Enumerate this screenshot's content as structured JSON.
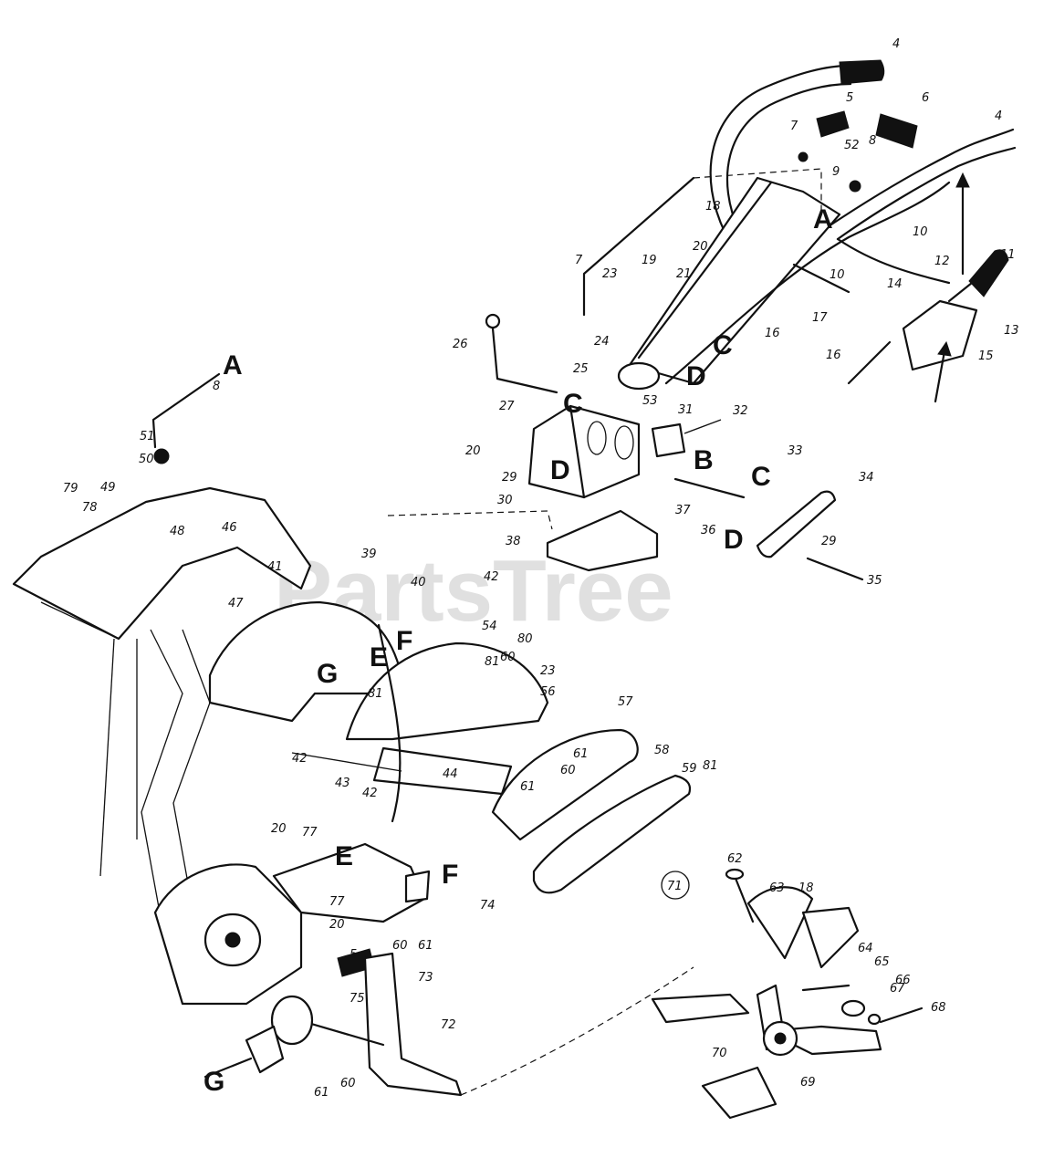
{
  "watermark": "PartsTree",
  "diagram_id": "71",
  "parts": [
    {
      "num": "4"
    },
    {
      "num": "4"
    },
    {
      "num": "5"
    },
    {
      "num": "6"
    },
    {
      "num": "7"
    },
    {
      "num": "8"
    },
    {
      "num": "9"
    },
    {
      "num": "52"
    },
    {
      "num": "18"
    },
    {
      "num": "20"
    },
    {
      "num": "A"
    },
    {
      "num": "10"
    },
    {
      "num": "7"
    },
    {
      "num": "19"
    },
    {
      "num": "21"
    },
    {
      "num": "10"
    },
    {
      "num": "11"
    },
    {
      "num": "12"
    },
    {
      "num": "23"
    },
    {
      "num": "17"
    },
    {
      "num": "14"
    },
    {
      "num": "13"
    },
    {
      "num": "16"
    },
    {
      "num": "C"
    },
    {
      "num": "24"
    },
    {
      "num": "25"
    },
    {
      "num": "D"
    },
    {
      "num": "16"
    },
    {
      "num": "15"
    },
    {
      "num": "26"
    },
    {
      "num": "53"
    },
    {
      "num": "C"
    },
    {
      "num": "A"
    },
    {
      "num": "8"
    },
    {
      "num": "27"
    },
    {
      "num": "31"
    },
    {
      "num": "32"
    },
    {
      "num": "51"
    },
    {
      "num": "20"
    },
    {
      "num": "B"
    },
    {
      "num": "50"
    },
    {
      "num": "29"
    },
    {
      "num": "D"
    },
    {
      "num": "33"
    },
    {
      "num": "C"
    },
    {
      "num": "34"
    },
    {
      "num": "30"
    },
    {
      "num": "36"
    },
    {
      "num": "79"
    },
    {
      "num": "49"
    },
    {
      "num": "37"
    },
    {
      "num": "78"
    },
    {
      "num": "46"
    },
    {
      "num": "48"
    },
    {
      "num": "38"
    },
    {
      "num": "D"
    },
    {
      "num": "29"
    },
    {
      "num": "35"
    },
    {
      "num": "39"
    },
    {
      "num": "41"
    },
    {
      "num": "42"
    },
    {
      "num": "40"
    },
    {
      "num": "47"
    },
    {
      "num": "54"
    },
    {
      "num": "80"
    },
    {
      "num": "E"
    },
    {
      "num": "F"
    },
    {
      "num": "60"
    },
    {
      "num": "81"
    },
    {
      "num": "23"
    },
    {
      "num": "56"
    },
    {
      "num": "G"
    },
    {
      "num": "57"
    },
    {
      "num": "81"
    },
    {
      "num": "61"
    },
    {
      "num": "42"
    },
    {
      "num": "44"
    },
    {
      "num": "58"
    },
    {
      "num": "60"
    },
    {
      "num": "81"
    },
    {
      "num": "43"
    },
    {
      "num": "42"
    },
    {
      "num": "59"
    },
    {
      "num": "61"
    },
    {
      "num": "20"
    },
    {
      "num": "77"
    },
    {
      "num": "E"
    },
    {
      "num": "F"
    },
    {
      "num": "62"
    },
    {
      "num": "77"
    },
    {
      "num": "63"
    },
    {
      "num": "18"
    },
    {
      "num": "74"
    },
    {
      "num": "20"
    },
    {
      "num": "60"
    },
    {
      "num": "61"
    },
    {
      "num": "64"
    },
    {
      "num": "65"
    },
    {
      "num": "5"
    },
    {
      "num": "73"
    },
    {
      "num": "66"
    },
    {
      "num": "67"
    },
    {
      "num": "75"
    },
    {
      "num": "68"
    },
    {
      "num": "72"
    },
    {
      "num": "70"
    },
    {
      "num": "G"
    },
    {
      "num": "69"
    },
    {
      "num": "61"
    },
    {
      "num": "60"
    }
  ]
}
